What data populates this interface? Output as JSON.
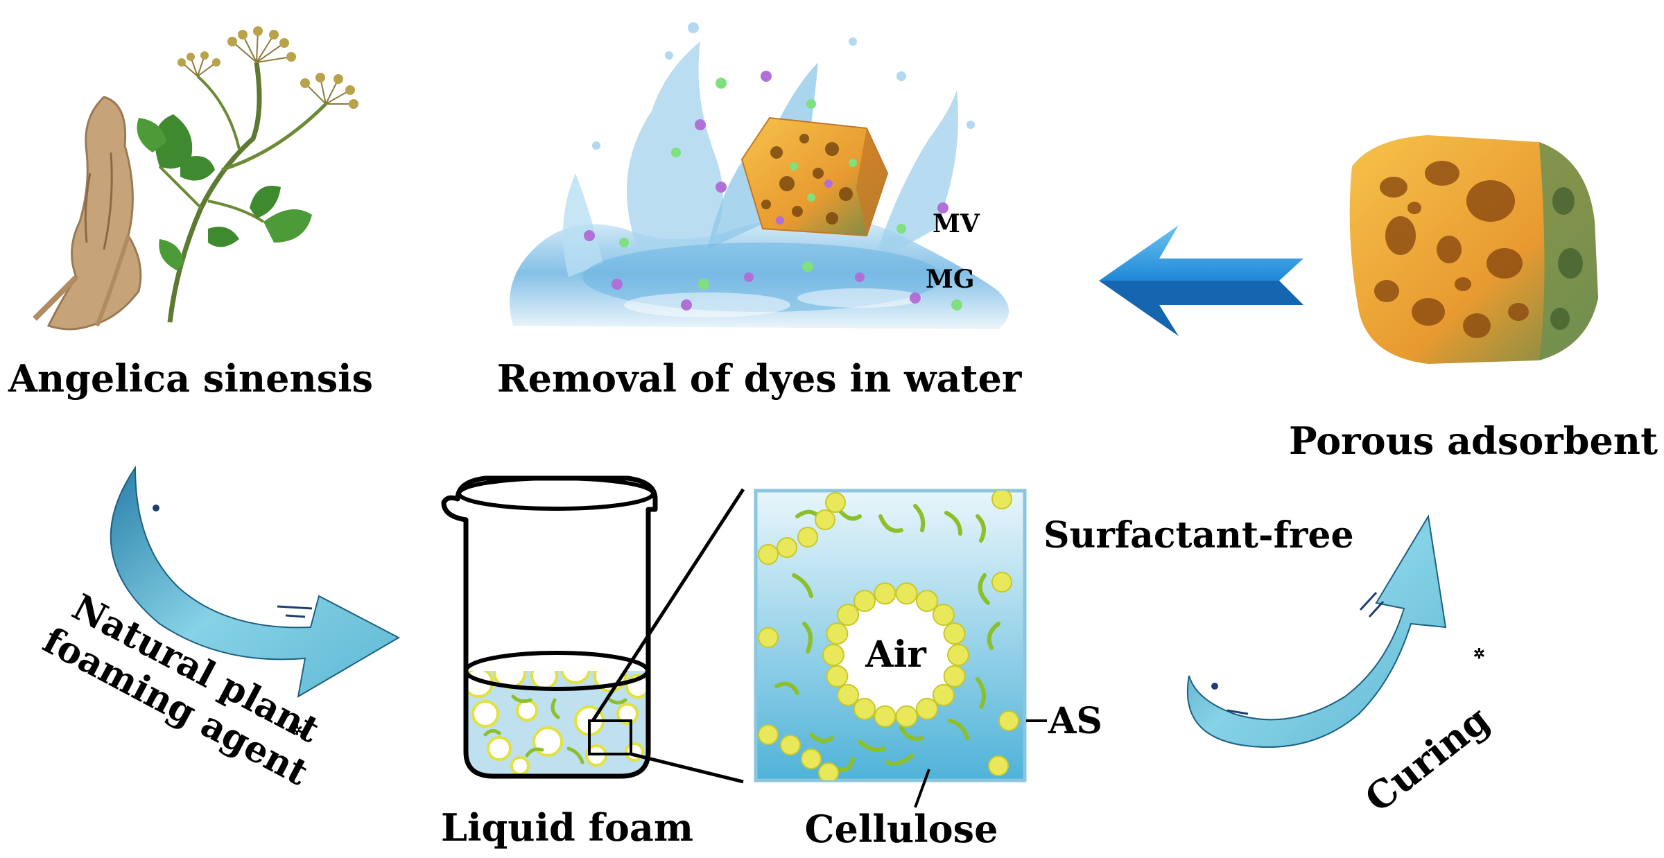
{
  "labels": {
    "angelica": "Angelica sinensis",
    "removal": "Removal of dyes in water",
    "porous": "Porous adsorbent",
    "mv": "MV",
    "mg": "MG",
    "natural_line1": "Natural plant",
    "natural_line2": "foaming agent",
    "liquid_foam": "Liquid foam",
    "surfactant": "Surfactant-free",
    "air": "Air",
    "as": "AS",
    "cellulose": "Cellulose",
    "curing": "Curing"
  },
  "colors": {
    "arrow_blue": "#1f7fd0",
    "arrow_cyan": "#7ec8dc",
    "foam_yellow": "#e8e85a",
    "fiber_green": "#8cbf2a",
    "water_blue": "#8ecbe6",
    "sponge_orange": "#e8a93a",
    "dye_purple": "#b070d8",
    "dye_green": "#7ee07e"
  },
  "icons": {
    "root": "angelica-root-illustration",
    "plant": "angelica-plant-illustration",
    "splash": "water-splash-illustration",
    "sponge": "porous-sponge-icon",
    "beaker": "beaker-icon"
  }
}
